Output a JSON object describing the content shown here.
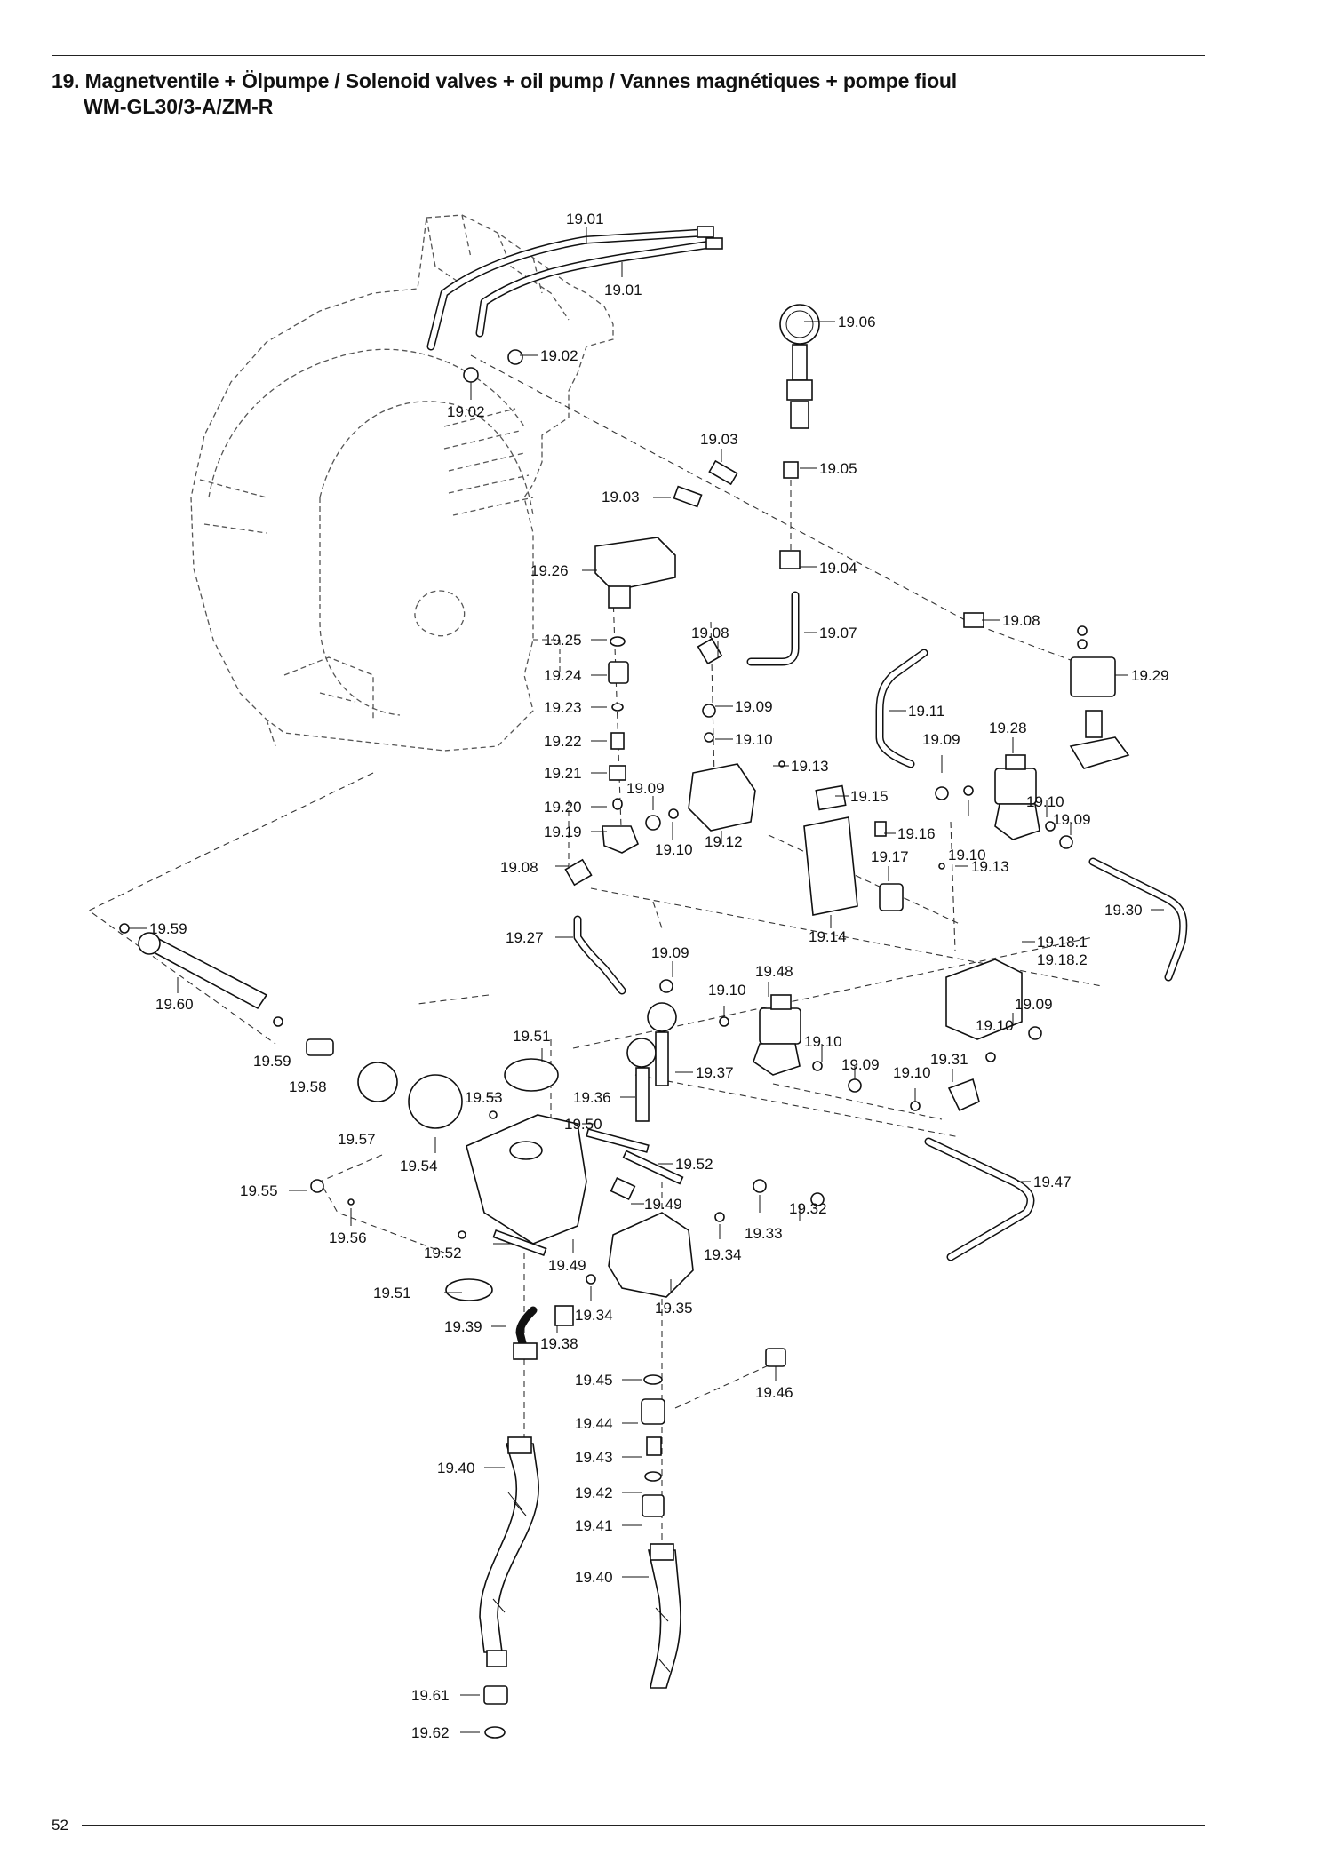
{
  "header": {
    "title": "19. Magnetventile + Ölpumpe / Solenoid valves + oil pump / Vannes magnétiques + pompe fioul",
    "subtitle": "WM-GL30/3-A/ZM-R"
  },
  "footer": {
    "page_number": "52"
  },
  "labels": [
    "19.01",
    "19.01",
    "19.02",
    "19.02",
    "19.03",
    "19.03",
    "19.04",
    "19.05",
    "19.06",
    "19.07",
    "19.08",
    "19.08",
    "19.08",
    "19.09",
    "19.09",
    "19.09",
    "19.09",
    "19.09",
    "19.09",
    "19.09",
    "19.10",
    "19.10",
    "19.10",
    "19.10",
    "19.10",
    "19.10",
    "19.10",
    "19.10",
    "19.11",
    "19.12",
    "19.13",
    "19.13",
    "19.14",
    "19.15",
    "19.16",
    "19.17",
    "19.18.1",
    "19.18.2",
    "19.19",
    "19.20",
    "19.21",
    "19.22",
    "19.23",
    "19.24",
    "19.25",
    "19.26",
    "19.27",
    "19.28",
    "19.29",
    "19.30",
    "19.31",
    "19.32",
    "19.33",
    "19.34",
    "19.34",
    "19.35",
    "19.36",
    "19.37",
    "19.38",
    "19.39",
    "19.40",
    "19.40",
    "19.41",
    "19.42",
    "19.43",
    "19.44",
    "19.45",
    "19.46",
    "19.47",
    "19.48",
    "19.49",
    "19.49",
    "19.50",
    "19.51",
    "19.51",
    "19.52",
    "19.52",
    "19.53",
    "19.54",
    "19.55",
    "19.56",
    "19.57",
    "19.58",
    "19.59",
    "19.59",
    "19.60",
    "19.61",
    "19.62"
  ]
}
